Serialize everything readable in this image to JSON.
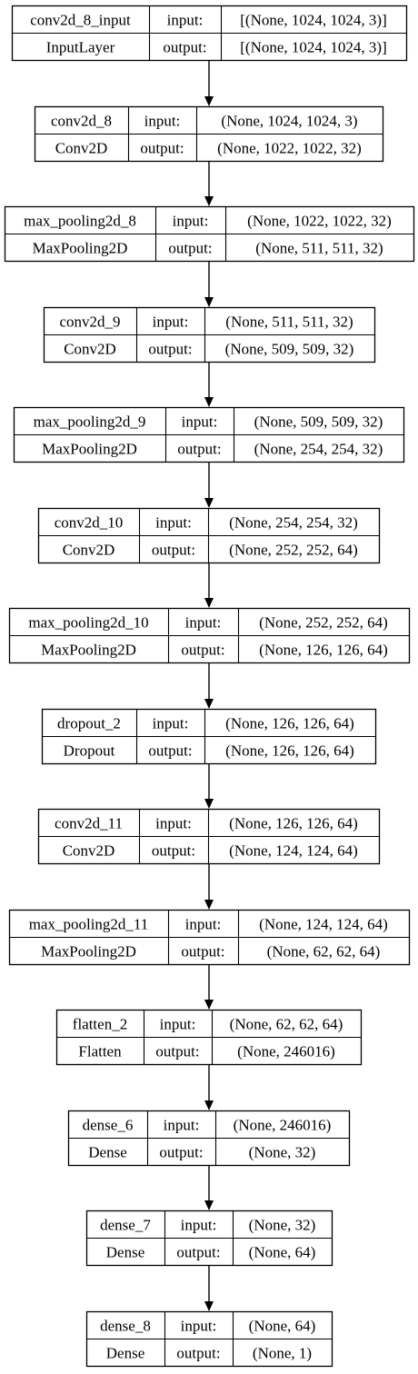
{
  "layers": [
    {
      "name": "conv2d_8_input",
      "type": "InputLayer",
      "input_label": "input:",
      "output_label": "output:",
      "input_shape": "[(None, 1024, 1024, 3)]",
      "output_shape": "[(None, 1024, 1024, 3)]"
    },
    {
      "name": "conv2d_8",
      "type": "Conv2D",
      "input_label": "input:",
      "output_label": "output:",
      "input_shape": "(None, 1024, 1024, 3)",
      "output_shape": "(None, 1022, 1022, 32)"
    },
    {
      "name": "max_pooling2d_8",
      "type": "MaxPooling2D",
      "input_label": "input:",
      "output_label": "output:",
      "input_shape": "(None, 1022, 1022, 32)",
      "output_shape": "(None, 511, 511, 32)"
    },
    {
      "name": "conv2d_9",
      "type": "Conv2D",
      "input_label": "input:",
      "output_label": "output:",
      "input_shape": "(None, 511, 511, 32)",
      "output_shape": "(None, 509, 509, 32)"
    },
    {
      "name": "max_pooling2d_9",
      "type": "MaxPooling2D",
      "input_label": "input:",
      "output_label": "output:",
      "input_shape": "(None, 509, 509, 32)",
      "output_shape": "(None, 254, 254, 32)"
    },
    {
      "name": "conv2d_10",
      "type": "Conv2D",
      "input_label": "input:",
      "output_label": "output:",
      "input_shape": "(None, 254, 254, 32)",
      "output_shape": "(None, 252, 252, 64)"
    },
    {
      "name": "max_pooling2d_10",
      "type": "MaxPooling2D",
      "input_label": "input:",
      "output_label": "output:",
      "input_shape": "(None, 252, 252, 64)",
      "output_shape": "(None, 126, 126, 64)"
    },
    {
      "name": "dropout_2",
      "type": "Dropout",
      "input_label": "input:",
      "output_label": "output:",
      "input_shape": "(None, 126, 126, 64)",
      "output_shape": "(None, 126, 126, 64)"
    },
    {
      "name": "conv2d_11",
      "type": "Conv2D",
      "input_label": "input:",
      "output_label": "output:",
      "input_shape": "(None, 126, 126, 64)",
      "output_shape": "(None, 124, 124, 64)"
    },
    {
      "name": "max_pooling2d_11",
      "type": "MaxPooling2D",
      "input_label": "input:",
      "output_label": "output:",
      "input_shape": "(None, 124, 124, 64)",
      "output_shape": "(None, 62, 62, 64)"
    },
    {
      "name": "flatten_2",
      "type": "Flatten",
      "input_label": "input:",
      "output_label": "output:",
      "input_shape": "(None, 62, 62, 64)",
      "output_shape": "(None, 246016)"
    },
    {
      "name": "dense_6",
      "type": "Dense",
      "input_label": "input:",
      "output_label": "output:",
      "input_shape": "(None, 246016)",
      "output_shape": "(None, 32)"
    },
    {
      "name": "dense_7",
      "type": "Dense",
      "input_label": "input:",
      "output_label": "output:",
      "input_shape": "(None, 32)",
      "output_shape": "(None, 64)"
    },
    {
      "name": "dense_8",
      "type": "Dense",
      "input_label": "input:",
      "output_label": "output:",
      "input_shape": "(None, 64)",
      "output_shape": "(None, 1)"
    }
  ]
}
